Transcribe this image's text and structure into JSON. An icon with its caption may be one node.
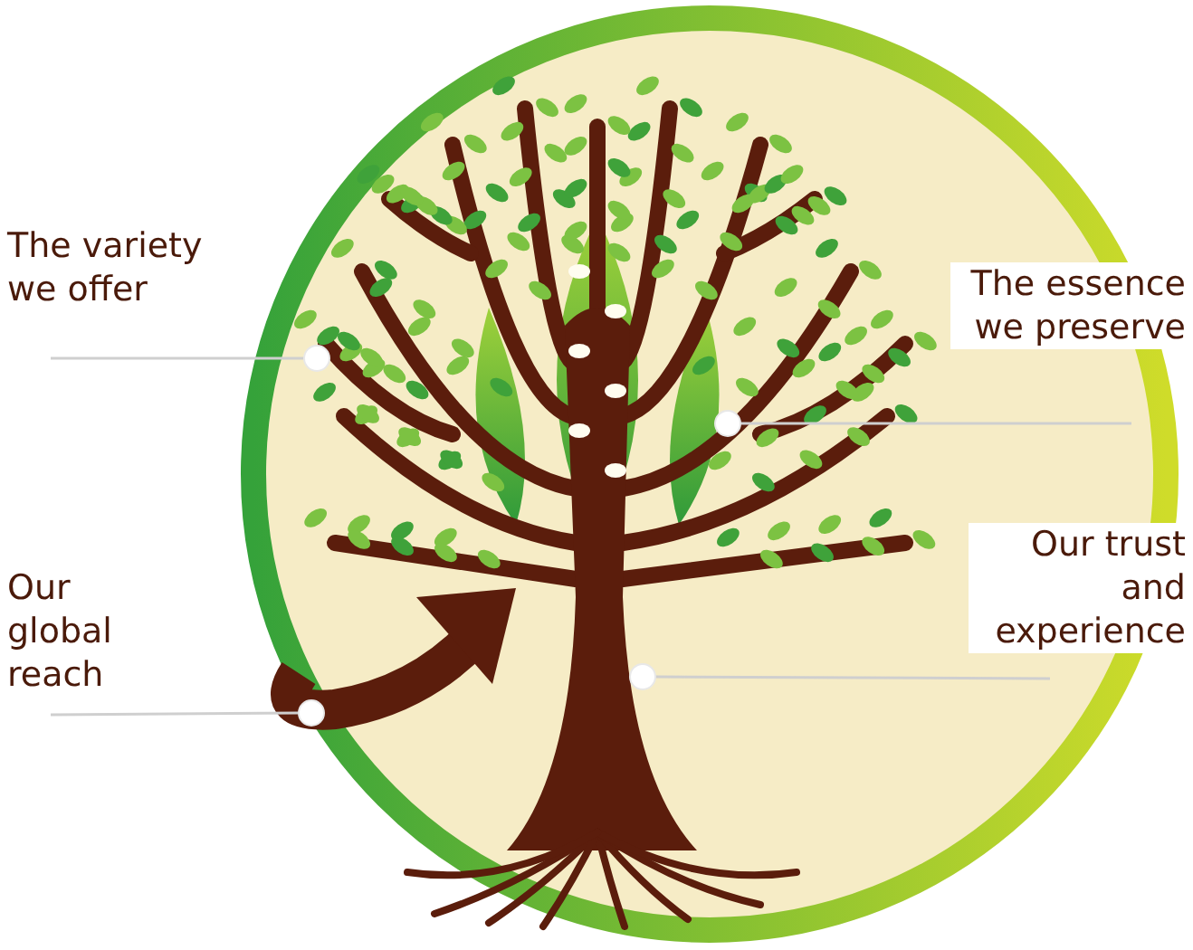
{
  "diagram": {
    "nodes": [
      {
        "text": [
          "The variety we offer"
        ]
      },
      {
        "text": [
          "The essence we preserve"
        ]
      },
      {
        "text": [
          "Our global reach"
        ]
      },
      {
        "text": [
          "Our trust and experience"
        ]
      },
      {
        "text": [],
        "shape": "circle"
      },
      {
        "text": [],
        "shape": "circle"
      },
      {
        "text": [],
        "shape": "circle"
      },
      {
        "text": [],
        "shape": "circle"
      }
    ],
    "edges": [
      {
        "from": 0,
        "to": 4,
        "arrow": "none"
      },
      {
        "from": 1,
        "to": 5,
        "arrow": "none"
      },
      {
        "from": 2,
        "to": 6,
        "arrow": "none"
      },
      {
        "from": 3,
        "to": 7,
        "arrow": "none"
      }
    ]
  }
}
